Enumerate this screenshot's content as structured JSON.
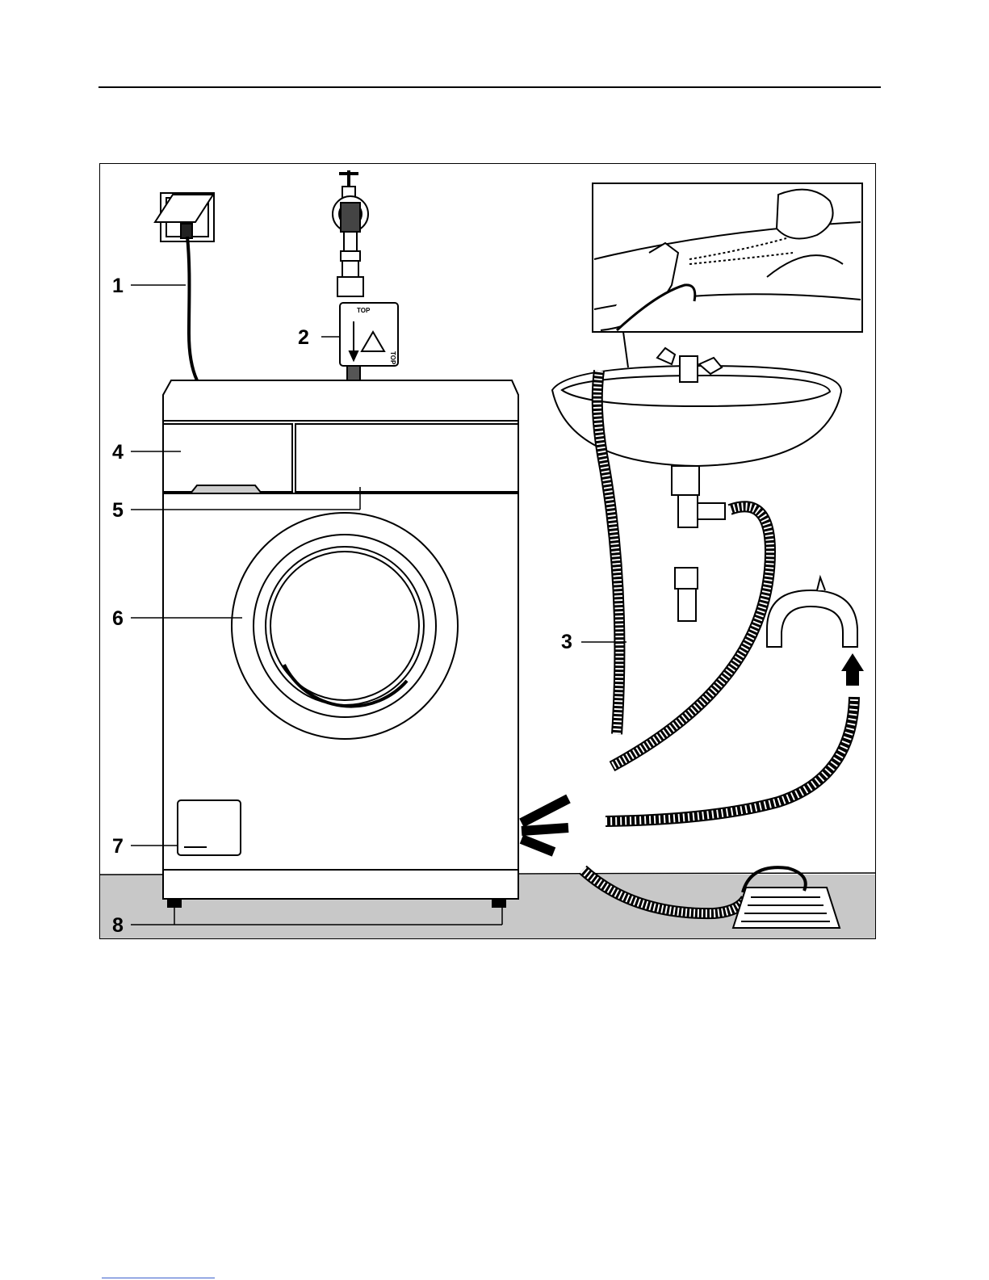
{
  "figure": {
    "callouts": [
      {
        "id": "1",
        "label": "1"
      },
      {
        "id": "2",
        "label": "2"
      },
      {
        "id": "3",
        "label": "3"
      },
      {
        "id": "4",
        "label": "4"
      },
      {
        "id": "5",
        "label": "5"
      },
      {
        "id": "6",
        "label": "6"
      },
      {
        "id": "7",
        "label": "7"
      },
      {
        "id": "8",
        "label": "8"
      }
    ],
    "valve_text": {
      "top_a": "TOP",
      "top_b": "TOP"
    }
  },
  "colors": {
    "ink": "#000000",
    "floor": "#c8c8c8",
    "paper": "#ffffff"
  }
}
